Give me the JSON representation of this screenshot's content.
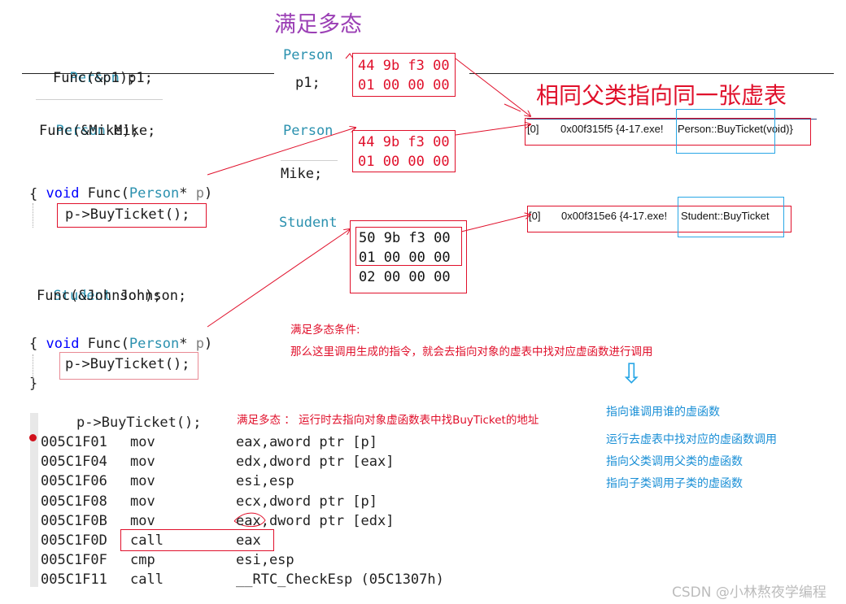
{
  "titles": {
    "polymorphism": "满足多态",
    "same_vtable": "相同父类指向同一张虚表"
  },
  "code": {
    "p1_decl": {
      "type": "Person",
      "rest": " p1;"
    },
    "p1_call": "Func(&p1);",
    "mike_decl": {
      "type": "Person",
      "rest": " Mike;"
    },
    "mike_call": "Func(&Mike);",
    "func1": {
      "kw": "void",
      "name": " Func(",
      "type": "Person",
      "ptr": "* ",
      "param": "p",
      "close": ")"
    },
    "brace_open1": "{",
    "body1": "p->BuyTicket();",
    "johnson_decl": {
      "type": "Student",
      "rest": " Johnson;"
    },
    "johnson_call": "Func(&Johnson);",
    "func2": {
      "kw": "void",
      "name": " Func(",
      "type": "Person",
      "ptr": "* ",
      "param": "p",
      "close": ")"
    },
    "brace_open2": "{",
    "body2": "p->BuyTicket();",
    "brace_close2": "}"
  },
  "objects": {
    "person1_type": "Person",
    "person1_name": "p1;",
    "person1_dump": [
      "44 9b f3 00",
      "01 00 00 00"
    ],
    "person2_type": "Person",
    "person2_name": "Mike;",
    "person2_dump": [
      "44 9b f3 00",
      "01 00 00 00"
    ],
    "student_type": "Student",
    "student_dump": [
      "50 9b f3 00",
      "01 00 00 00",
      "02 00 00 00"
    ]
  },
  "vtables": {
    "person": {
      "index": "[0]",
      "addr": "0x00f315f5 {4-17.exe!",
      "func": "Person::BuyTicket(void)}"
    },
    "student": {
      "index": "[0]",
      "addr": "0x00f315e6 {4-17.exe!",
      "func": "Student::BuyTicket"
    }
  },
  "notes": {
    "condition_title": "满足多态条件:",
    "condition_body": "那么这里调用生成的指令，就会去指向对象的虚表中找对应虚函数进行调用",
    "runtime_note": "满足多态 ： 运行时去指向对象虚函数表中找BuyTicket的地址",
    "arrow_down": "⇩",
    "blue": [
      "指向谁调用谁的虚函数",
      "运行去虚表中找对应的虚函数调用",
      "指向父类调用父类的虚函数",
      "指向子类调用子类的虚函数"
    ]
  },
  "disasm": {
    "source": "p->BuyTicket();",
    "lines": [
      {
        "addr": "005C1F01",
        "op": "mov",
        "args": "eax,aword ptr [p]"
      },
      {
        "addr": "005C1F04",
        "op": "mov",
        "args": "edx,dword ptr [eax]"
      },
      {
        "addr": "005C1F06",
        "op": "mov",
        "args": "esi,esp"
      },
      {
        "addr": "005C1F08",
        "op": "mov",
        "args": "ecx,dword ptr [p]"
      },
      {
        "addr": "005C1F0B",
        "op": "mov",
        "args": "eax,dword ptr [edx]"
      },
      {
        "addr": "005C1F0D",
        "op": "call",
        "args": "eax"
      },
      {
        "addr": "005C1F0F",
        "op": "cmp",
        "args": "esi,esp"
      },
      {
        "addr": "005C1F11",
        "op": "call",
        "args": "__RTC_CheckEsp (05C1307h)"
      }
    ]
  },
  "watermark": "CSDN @小林熬夜学编程",
  "colors": {
    "accent_red": "#e0102b",
    "accent_blue": "#1a8fd6",
    "title_purple": "#9b3fb5",
    "type_teal": "#2b91af"
  }
}
